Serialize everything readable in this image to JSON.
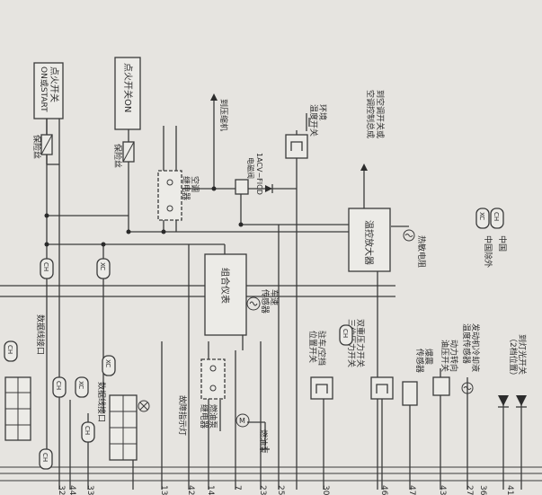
{
  "colors": {
    "paper": "#e6e4e0",
    "ink": "#2c2c2c",
    "line": "#3a3a3a"
  },
  "box_labels": {
    "ign_start": [
      "点火开关",
      "ON或START"
    ],
    "ign_on": "点火开关ON",
    "combo_meter": "组合仪表",
    "amp": "温控放大器",
    "ac_signal": [
      "到空调开关或",
      "空调控制总成"
    ]
  },
  "labels": {
    "fuse1": "保险丝",
    "fuse2": "保险丝",
    "ac_relay": [
      "空调",
      "继电器"
    ],
    "to_compressor": "到压缩机",
    "acv_ficd": [
      "1ACV−FICD",
      "电磁阀"
    ],
    "ambient_temp": [
      "环境",
      "温度开关"
    ],
    "thermistor": "热敏电阻",
    "speed_sensor": [
      "车速",
      "传感器"
    ],
    "dlc1": [
      "数据线接口"
    ],
    "dlc2": "数据线接口",
    "check_engine": "故障指示灯",
    "pump_relay": [
      "燃油泵",
      "继电器"
    ],
    "fuel_pump": "燃油泵",
    "park_switch": [
      "驻车/空挡",
      "位置开关"
    ],
    "dual_pressure": "双重压力开关",
    "triple_pressure": "三位压力开关",
    "knock_sensor": [
      "爆震",
      "传感器"
    ],
    "ps_switch": [
      "动力转向",
      "油压开关"
    ],
    "coolant_sensor": [
      "发动机冷却液",
      "温度传感器"
    ],
    "light_switch": [
      "到灯光开关",
      "（2档位置）"
    ],
    "legend_ch": "中国",
    "legend_xc": "中国除外",
    "badge_ch": "CH",
    "badge_xc": "XC"
  },
  "pins": [
    "32",
    "44",
    "33",
    "13",
    "42",
    "14",
    "7",
    "23",
    "25",
    "30",
    "46",
    "47",
    "43",
    "27",
    "36",
    "41"
  ]
}
